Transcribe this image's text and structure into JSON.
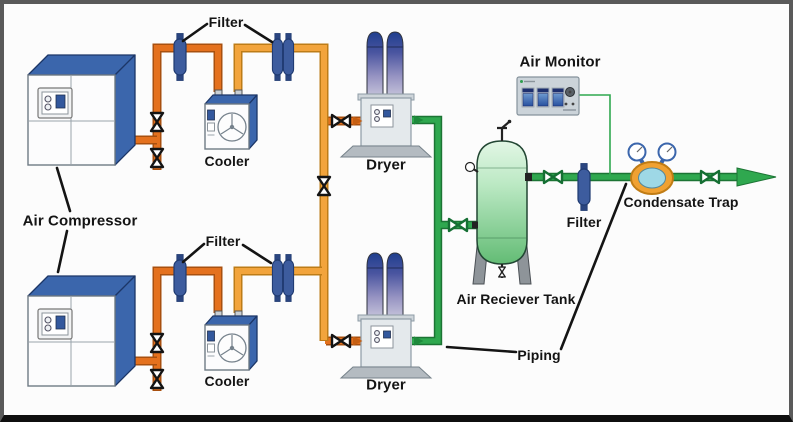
{
  "diagram": {
    "labels": {
      "air_compressor": "Air Compressor",
      "filter_top": "Filter",
      "filter_mid": "Filter",
      "filter_line": "Filter",
      "cooler_1": "Cooler",
      "cooler_2": "Cooler",
      "dryer_1": "Dryer",
      "dryer_2": "Dryer",
      "air_monitor": "Air Monitor",
      "air_receiver_tank": "Air Reciever Tank",
      "condensate_trap": "Condensate Trap",
      "piping": "Piping"
    },
    "colors": {
      "pipe_hot": "#E4711E",
      "pipe_warm": "#F2A43C",
      "pipe_clean": "#2FA84F",
      "equipment_blue": "#3B66AC",
      "filter_blue": "#3D5C9E",
      "valve_green": "#156F33",
      "valve_dark": "#141414",
      "trap_ring": "#F0A132",
      "trap_core": "#9ED8E6",
      "monitor_panel": "#CBD3D9",
      "tank_green": "#63BC75"
    }
  }
}
